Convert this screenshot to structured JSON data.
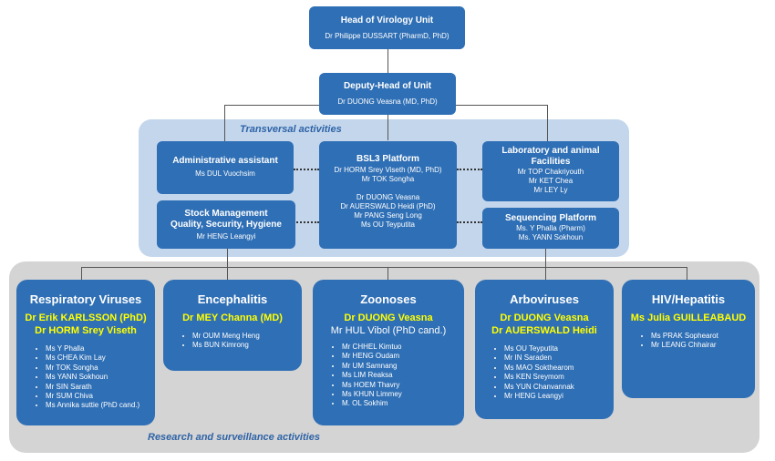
{
  "top": {
    "head": {
      "title": "Head of Virology Unit",
      "name": "Dr Philippe DUSSART (PharmD, PhD)"
    },
    "deputy": {
      "title": "Deputy-Head of Unit",
      "name": "Dr DUONG Veasna (MD, PhD)"
    }
  },
  "transversal": {
    "label": "Transversal activities",
    "admin": {
      "title": "Administrative assistant",
      "name": "Ms DUL Vuochsim"
    },
    "stock": {
      "title1": "Stock Management",
      "title2": "Quality, Security, Hygiene",
      "name": "Mr HENG Leangyi"
    },
    "bsl3": {
      "title": "BSL3 Platform",
      "names": [
        "Dr HORM Srey Viseth (MD, PhD)",
        "Mr TOK Songha",
        "",
        "Dr DUONG Veasna",
        "Dr AUERSWALD Heidi (PhD)",
        "Mr PANG Seng Long",
        "Ms OU Teyputita"
      ]
    },
    "lab": {
      "title1": "Laboratory and animal",
      "title2": "Facilities",
      "names": [
        "Mr TOP Chakriyouth",
        "Mr KET Chea",
        "Mr LEY Ly"
      ]
    },
    "seq": {
      "title": "Sequencing Platform",
      "names": [
        "Ms. Y Phalla (Pharm)",
        "Ms. YANN Sokhoun"
      ]
    }
  },
  "research": {
    "label": "Research and surveillance activities",
    "groups": [
      {
        "title": "Respiratory Viruses",
        "leads": [
          "Dr Erik KARLSSON (PhD)",
          "Dr HORM Srey Viseth"
        ],
        "subs": [],
        "members": [
          "Ms Y Phalla",
          "Ms CHEA Kim Lay",
          "Mr TOK Songha",
          "Ms YANN Sokhoun",
          "Mr SIN Sarath",
          "Mr SUM Chiva",
          "Ms Annika suttie (PhD cand.)"
        ]
      },
      {
        "title": "Encephalitis",
        "leads": [
          "Dr MEY Channa (MD)"
        ],
        "subs": [],
        "members": [
          "Mr OUM Meng Heng",
          "Ms BUN Kimrong"
        ]
      },
      {
        "title": "Zoonoses",
        "leads": [
          "Dr DUONG Veasna"
        ],
        "subs": [
          "Mr HUL Vibol (PhD cand.)"
        ],
        "members": [
          "Mr CHHEL Kimtuo",
          "Mr HENG Oudam",
          "Mr UM Samnang",
          "Ms LIM Reaksa",
          "Ms HOEM Thavry",
          "Ms KHUN Limmey",
          "M. OL Sokhim"
        ]
      },
      {
        "title": "Arboviruses",
        "leads": [
          "Dr DUONG Veasna",
          "Dr AUERSWALD Heidi"
        ],
        "subs": [],
        "members": [
          "Ms OU Teyputita",
          "Mr IN Saraden",
          "Ms MAO Sokthearom",
          "Ms KEN Sreymom",
          "Ms YUN Chanvannak",
          "Mr HENG Leangyi"
        ]
      },
      {
        "title": "HIV/Hepatitis",
        "leads": [
          "Ms Julia GUILLEABAUD"
        ],
        "subs": [],
        "members": [
          "Ms PRAK Sophearot",
          "Mr LEANG Chhairar"
        ]
      }
    ]
  }
}
